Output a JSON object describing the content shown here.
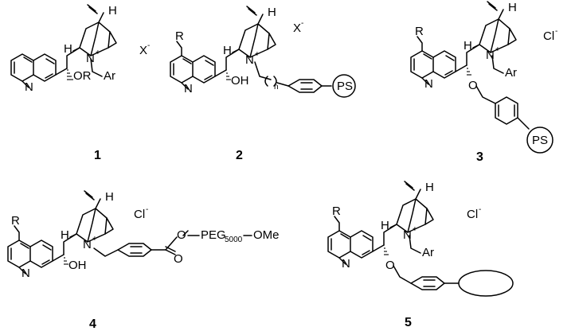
{
  "compound_numbers": [
    "1",
    "2",
    "3",
    "4",
    "5"
  ],
  "atoms": {
    "N": "N",
    "H": "H",
    "O": "O",
    "OH": "OH",
    "OR": "OR",
    "Ar": "Ar",
    "R": "R",
    "n": "n",
    "PS": "PS",
    "plus": "+",
    "X": "X",
    "Cl": "Cl",
    "minus": "-",
    "PEG": "PEG",
    "PEG_sub": "5000",
    "OMe": "OMe"
  }
}
